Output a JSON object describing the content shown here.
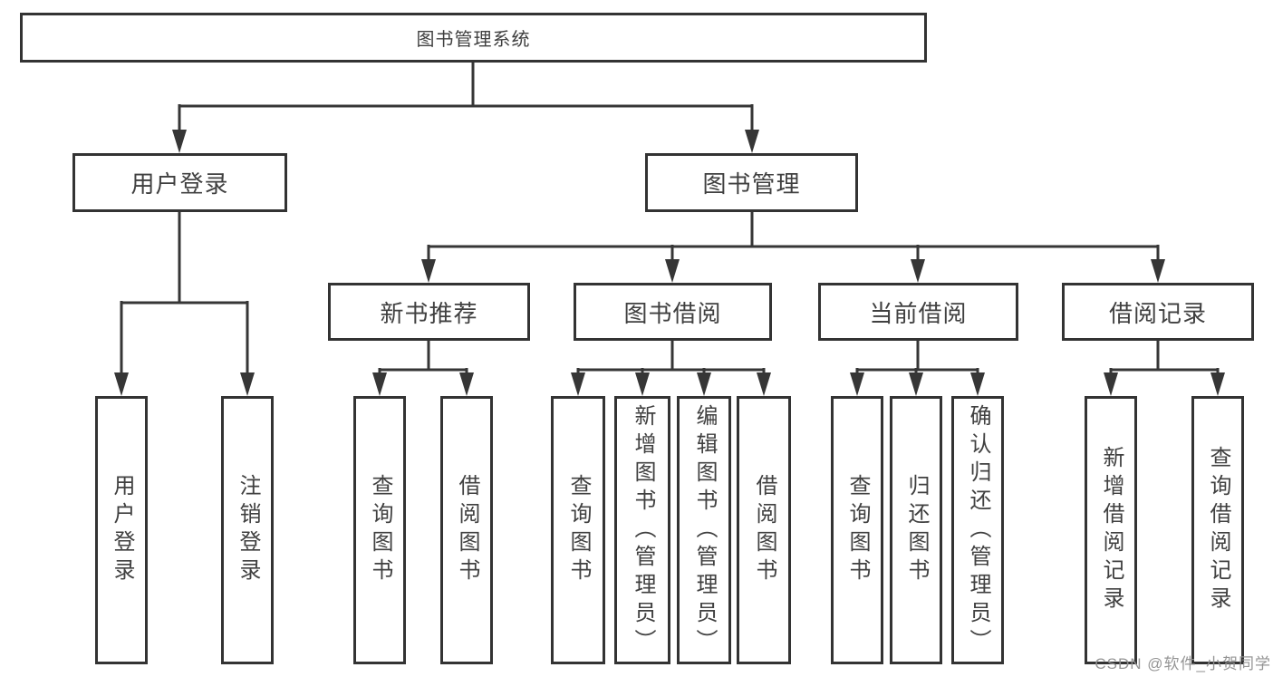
{
  "diagram": {
    "root": {
      "label": "图书管理系统"
    },
    "level1": [
      {
        "label": "用户登录"
      },
      {
        "label": "图书管理"
      }
    ],
    "level2": [
      {
        "label": "新书推荐"
      },
      {
        "label": "图书借阅"
      },
      {
        "label": "当前借阅"
      },
      {
        "label": "借阅记录"
      }
    ],
    "leaves": {
      "user_login": [
        {
          "label": "用户登录"
        },
        {
          "label": "注销登录"
        }
      ],
      "new_book_recommend": [
        {
          "label": "查询图书"
        },
        {
          "label": "借阅图书"
        }
      ],
      "book_borrow": [
        {
          "label": "查询图书"
        },
        {
          "label": "新增图书（管理员）"
        },
        {
          "label": "编辑图书（管理员）"
        },
        {
          "label": "借阅图书"
        }
      ],
      "current_borrow": [
        {
          "label": "查询图书"
        },
        {
          "label": "归还图书"
        },
        {
          "label": "确认归还（管理员）"
        }
      ],
      "borrow_records": [
        {
          "label": "新增借阅记录"
        },
        {
          "label": "查询借阅记录"
        }
      ]
    },
    "colors": {
      "line": "#363636",
      "box_border": "#333333",
      "text": "#404040",
      "background": "#ffffff",
      "watermark": "#8f8f8f"
    },
    "watermark": "CSDN @软件_小贺同学"
  }
}
